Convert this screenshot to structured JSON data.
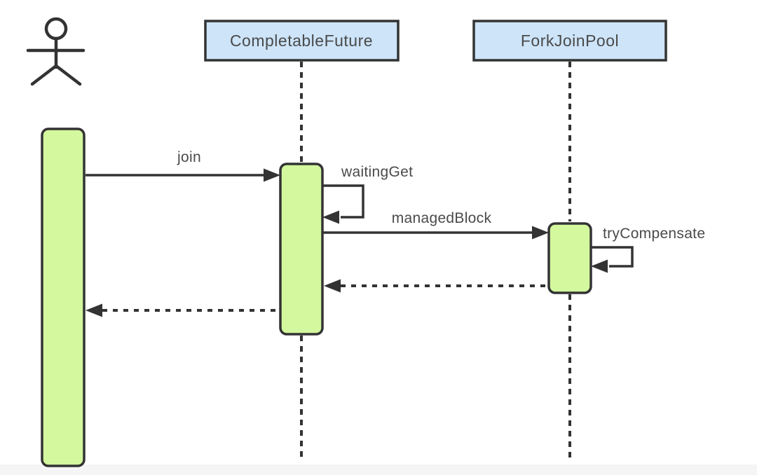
{
  "diagram": {
    "type": "uml-sequence",
    "participants": [
      {
        "id": "user",
        "kind": "actor",
        "label": ""
      },
      {
        "id": "completable-future",
        "kind": "object",
        "label": "CompletableFuture"
      },
      {
        "id": "fork-join-pool",
        "kind": "object",
        "label": "ForkJoinPool"
      }
    ],
    "messages": [
      {
        "label": "join",
        "from": "user",
        "to": "completable-future",
        "type": "sync"
      },
      {
        "label": "waitingGet",
        "from": "completable-future",
        "to": "completable-future",
        "type": "self"
      },
      {
        "label": "managedBlock",
        "from": "completable-future",
        "to": "fork-join-pool",
        "type": "sync"
      },
      {
        "label": "tryCompensate",
        "from": "fork-join-pool",
        "to": "fork-join-pool",
        "type": "self"
      },
      {
        "label": "",
        "from": "fork-join-pool",
        "to": "completable-future",
        "type": "return"
      },
      {
        "label": "",
        "from": "completable-future",
        "to": "user",
        "type": "return"
      }
    ],
    "colors": {
      "line": "#333333",
      "header_fill": "#cde4f9",
      "activation_fill": "#d3f89e",
      "text": "#4a4a4a",
      "background": "#ffffff",
      "footer_strip": "#f5f5f5"
    }
  }
}
